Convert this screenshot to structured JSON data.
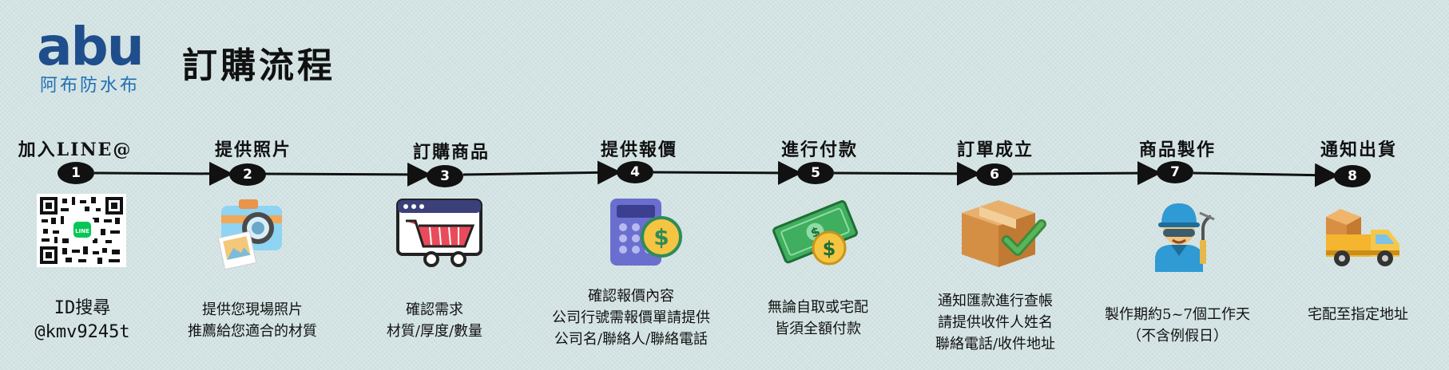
{
  "brand": {
    "mark": "abu",
    "name": "阿布防水布"
  },
  "title": "訂購流程",
  "steps": [
    {
      "num": "1",
      "label": "加入LINE@",
      "desc": "ID搜尋\n@kmv9245t",
      "icon": "line-qr-code-icon"
    },
    {
      "num": "2",
      "label": "提供照片",
      "desc": "提供您現場照片\n推薦給您適合的材質",
      "icon": "camera-photo-icon"
    },
    {
      "num": "3",
      "label": "訂購商品",
      "desc": "確認需求\n材質/厚度/數量",
      "icon": "shopping-cart-icon"
    },
    {
      "num": "4",
      "label": "提供報價",
      "desc": "確認報價內容\n公司行號需報價單請提供\n公司名/聯絡人/聯絡電話",
      "icon": "calculator-dollar-icon"
    },
    {
      "num": "5",
      "label": "進行付款",
      "desc": "無論自取或宅配\n皆須全額付款",
      "icon": "cash-payment-icon"
    },
    {
      "num": "6",
      "label": "訂單成立",
      "desc": "通知匯款進行查帳\n請提供收件人姓名\n聯絡電話/收件地址",
      "icon": "box-check-icon"
    },
    {
      "num": "7",
      "label": "商品製作",
      "desc": "製作期約5~7個工作天\n（不含例假日）",
      "icon": "worker-welding-icon"
    },
    {
      "num": "8",
      "label": "通知出貨",
      "desc": "宅配至指定地址",
      "icon": "delivery-truck-icon"
    }
  ],
  "colors": {
    "brand": "#1f4e8c",
    "step_badge": "#111111",
    "background": "#d3e3e3"
  }
}
